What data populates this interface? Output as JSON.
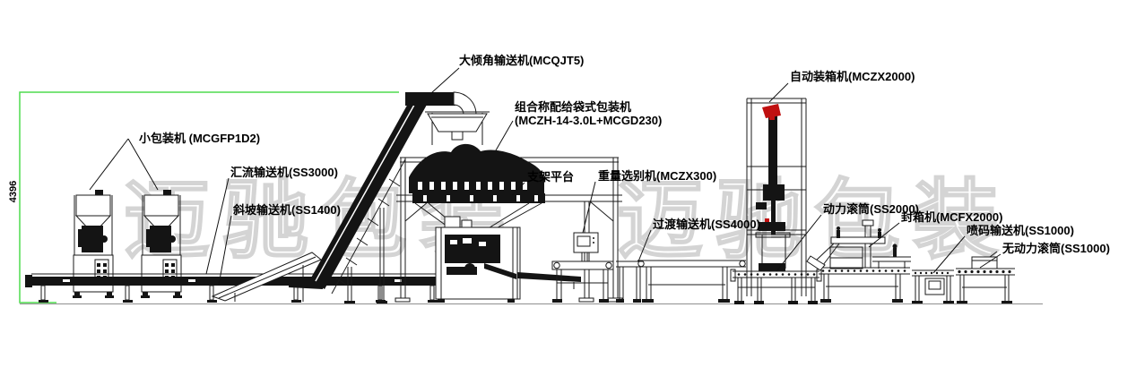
{
  "diagram": {
    "title_hint": "packaging line layout CAD drawing",
    "dimension": {
      "value": "4396"
    },
    "watermark": {
      "text": "迈驰包装"
    },
    "labels": {
      "incline": "大倾角输送机(MCQJT5)",
      "combo_line1": "组合称配给袋式包装机",
      "combo_line2": "(MCZH-14-3.0L+MCGD230)",
      "carton_packer": "自动装箱机(MCZX2000)",
      "small_packer": "小包装机 (MCGFP1D2)",
      "merge_conveyor": "汇流输送机(SS3000)",
      "ramp_conveyor": "斜坡输送机(SS1400)",
      "platform": "支架平台",
      "checkweigher": "重量选别机(MCZX300)",
      "transition_conveyor": "过渡输送机(SS4000)",
      "power_roller": "动力滚筒(SS2000)",
      "sealer": "封箱机(MCFX2000)",
      "coding_conveyor": "喷码输送机(SS1000)",
      "gravity_roller": "无动力滚筒(SS1000)"
    },
    "colors": {
      "line_black": "#1b1b1b",
      "dimension_green": "#4edb4e",
      "accent_red": "#c01010",
      "ground_gray": "#909090",
      "watermark_gray": "#aaaaaa"
    }
  }
}
